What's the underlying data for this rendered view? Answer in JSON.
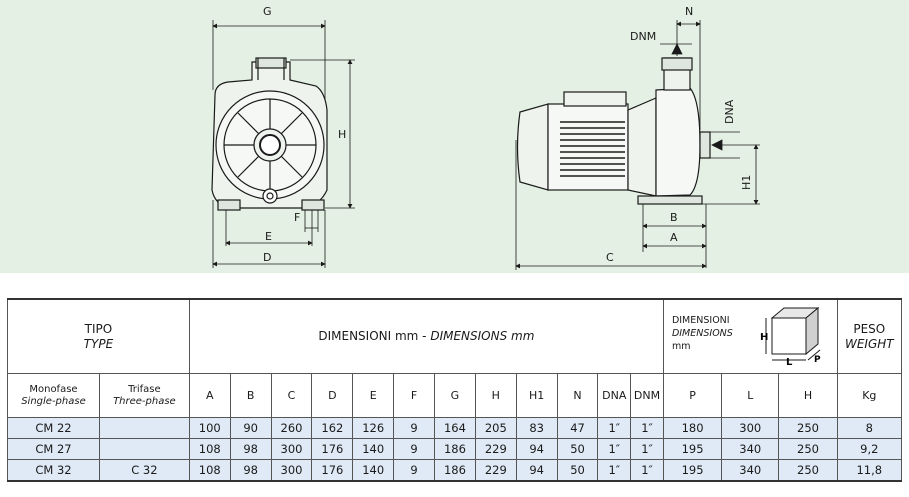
{
  "drawing": {
    "labels": {
      "G": "G",
      "H": "H",
      "F": "F",
      "E": "E",
      "D": "D",
      "N": "N",
      "DNM": "DNM",
      "DNA": "DNA",
      "H1": "H1",
      "B": "B",
      "A": "A",
      "C": "C"
    }
  },
  "table": {
    "head": {
      "tipo": "TIPO",
      "type": "TYPE",
      "dimensioni_prefix": "DIMENSIONI mm - ",
      "dimensions_italic": "DIMENSIONS mm",
      "pack_line1": "DIMENSIONI",
      "pack_line2": "DIMENSIONS",
      "pack_line3": "mm",
      "box_h": "H",
      "box_l": "L",
      "box_p": "P",
      "peso": "PESO",
      "weight": "WEIGHT"
    },
    "sub": {
      "monofase": "Monofase",
      "single_phase": "Single-phase",
      "trifase": "Trifase",
      "three_phase": "Three-phase",
      "A": "A",
      "B": "B",
      "C": "C",
      "D": "D",
      "E": "E",
      "F": "F",
      "G": "G",
      "H": "H",
      "H1": "H1",
      "N": "N",
      "DNA": "DNA",
      "DNM": "DNM",
      "P": "P",
      "L": "L",
      "H2": "H",
      "kg": "Kg"
    },
    "rows": [
      {
        "mono": "CM 22",
        "tri": "",
        "A": "100",
        "B": "90",
        "C": "260",
        "D": "162",
        "E": "126",
        "F": "9",
        "G": "164",
        "H": "205",
        "H1": "83",
        "N": "47",
        "DNA": "1″",
        "DNM": "1″",
        "P": "180",
        "L": "300",
        "H2": "250",
        "kg": "8"
      },
      {
        "mono": "CM 27",
        "tri": "",
        "A": "108",
        "B": "98",
        "C": "300",
        "D": "176",
        "E": "140",
        "F": "9",
        "G": "186",
        "H": "229",
        "H1": "94",
        "N": "50",
        "DNA": "1″",
        "DNM": "1″",
        "P": "195",
        "L": "340",
        "H2": "250",
        "kg": "9,2"
      },
      {
        "mono": "CM 32",
        "tri": "C 32",
        "A": "108",
        "B": "98",
        "C": "300",
        "D": "176",
        "E": "140",
        "F": "9",
        "G": "186",
        "H": "229",
        "H1": "94",
        "N": "50",
        "DNA": "1″",
        "DNM": "1″",
        "P": "195",
        "L": "340",
        "H2": "250",
        "kg": "11,8"
      }
    ]
  }
}
